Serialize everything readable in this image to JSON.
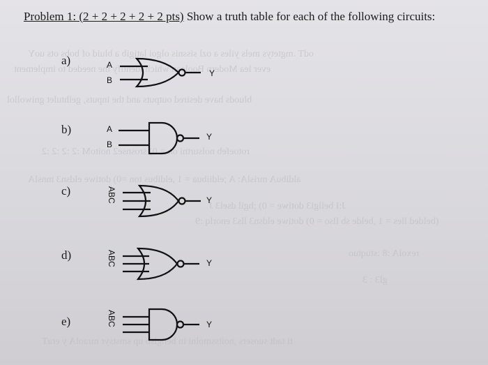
{
  "title": {
    "problem": "Problem 1: (2 + 2 + 2 + 2 + 2 pts)",
    "rest": " Show a truth table for each of the following circuits:"
  },
  "circuits": [
    {
      "label": "a)",
      "inputs": [
        "A",
        "B"
      ],
      "output": "Y"
    },
    {
      "label": "b)",
      "inputs": [
        "A",
        "B"
      ],
      "output": "Y"
    },
    {
      "label": "c)",
      "inputs": [
        "A",
        "B",
        "C"
      ],
      "output": "Y"
    },
    {
      "label": "d)",
      "inputs": [
        "A",
        "B",
        "C"
      ],
      "output": "Y"
    },
    {
      "label": "e)",
      "inputs": [
        "A",
        "B",
        "C"
      ],
      "output": "Y"
    }
  ]
}
